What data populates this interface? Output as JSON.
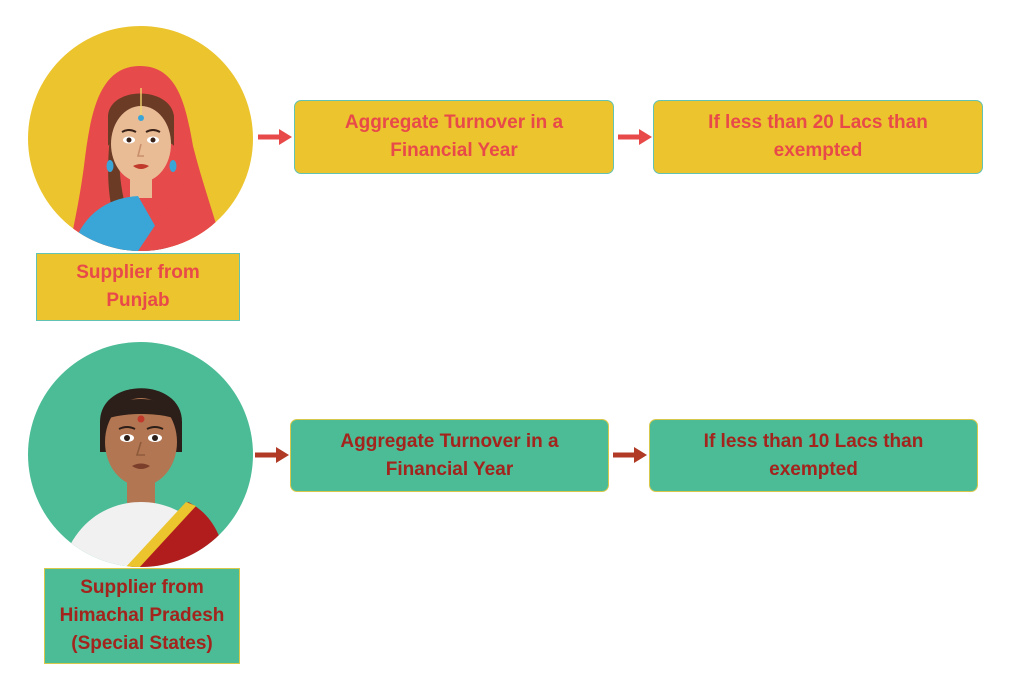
{
  "rows": [
    {
      "supplier": [
        "Supplier from",
        "Punjab"
      ],
      "step1": [
        "Aggregate Turnover in a",
        "Financial Year"
      ],
      "step2": [
        "If less than 20 Lacs than",
        "exempted"
      ],
      "colors": {
        "fill": "#ecc42e",
        "text": "#e84a4a",
        "arrow": "#e84a4a"
      }
    },
    {
      "supplier": [
        "Supplier from",
        "Himachal Pradesh",
        "(Special States)"
      ],
      "step1": [
        "Aggregate Turnover in a",
        "Financial Year"
      ],
      "step2": [
        "If less than 10 Lacs than",
        "exempted"
      ],
      "colors": {
        "fill": "#4bbc96",
        "text": "#a3231d",
        "arrow": "#b03a25"
      }
    }
  ]
}
